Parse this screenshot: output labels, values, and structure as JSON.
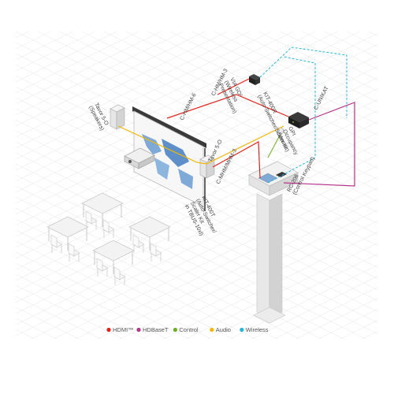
{
  "labels": {
    "tavor_speakers": [
      "Tavor 5-O",
      "(Speakers)"
    ],
    "hdmi_cable_1": "C-HM/HM-6",
    "hdmi_cable_2": "C-HM/HM-3",
    "via_go": [
      "VIA GO²",
      "(Wireless",
      "Presentation)"
    ],
    "kit_400r": [
      "KIT-400R",
      "(Auto-Switcher/Scaler Kit)"
    ],
    "c_unikat": "C-UNIKAT",
    "tavor_mid": "Tavor 5-O",
    "gpi_sensor": [
      "GPI",
      "Occupancy",
      "Sensor"
    ],
    "hdmi_cable_3": "C-MHM/MHM-3",
    "kit_400t": [
      "KIT-400T",
      "(Auto-Switcher/",
      "Scaler Kit",
      "in TBUS-10xl)"
    ],
    "rc_206": [
      "RC-206",
      "(Control Keypad)"
    ]
  },
  "legend": [
    {
      "name": "HDMI™",
      "color": "#e2231a"
    },
    {
      "name": "HDBaseT",
      "color": "#b5338a"
    },
    {
      "name": "Control",
      "color": "#6ab023"
    },
    {
      "name": "Audio",
      "color": "#f2b705"
    },
    {
      "name": "Wireless",
      "color": "#29b6d9"
    }
  ],
  "colors": {
    "hdmi": "#e2231a",
    "hdbaset": "#b5338a",
    "control": "#6ab023",
    "audio": "#f2b705",
    "wireless": "#29b6d9",
    "grid": "#ececec"
  }
}
